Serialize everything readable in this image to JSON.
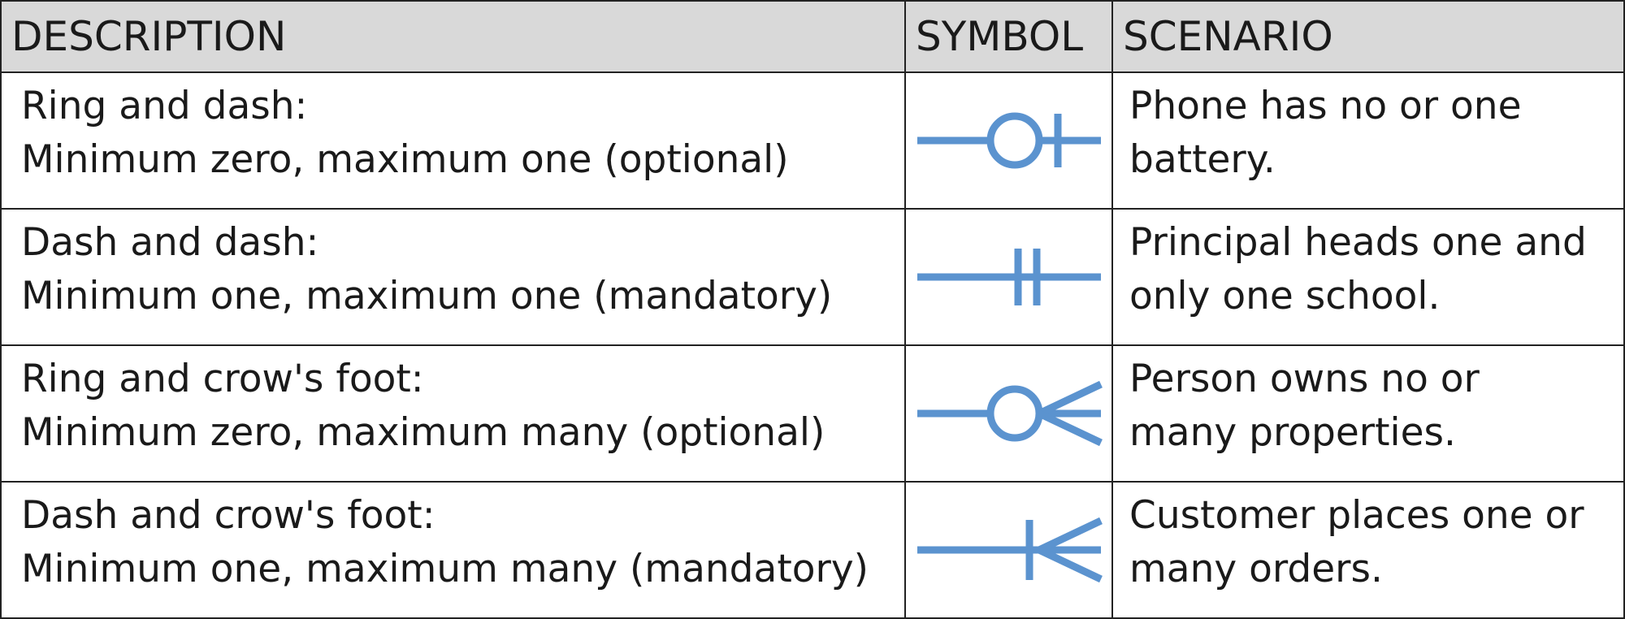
{
  "headers": {
    "description": "DESCRIPTION",
    "symbol": "SYMBOL",
    "scenario": "SCENARIO"
  },
  "colors": {
    "header_bg": "#d9d9d9",
    "symbol_stroke": "#5b93cf",
    "border": "#222222"
  },
  "rows": [
    {
      "desc_line1": "Ring and dash:",
      "desc_line2": "Minimum zero, maximum one (optional)",
      "symbol_icon": "ring-and-dash-icon",
      "scen_line1": "Phone has no or one",
      "scen_line2": "battery."
    },
    {
      "desc_line1": "Dash and dash:",
      "desc_line2": "Minimum one, maximum one (mandatory)",
      "symbol_icon": "dash-and-dash-icon",
      "scen_line1": "Principal heads one and",
      "scen_line2": "only one school."
    },
    {
      "desc_line1": "Ring and crow's foot:",
      "desc_line2": "Minimum zero, maximum many (optional)",
      "symbol_icon": "ring-and-crows-foot-icon",
      "scen_line1": "Person owns no or",
      "scen_line2": "many properties."
    },
    {
      "desc_line1": "Dash and crow's foot:",
      "desc_line2": "Minimum one, maximum many (mandatory)",
      "symbol_icon": "dash-and-crows-foot-icon",
      "scen_line1": "Customer places one or",
      "scen_line2": "many orders."
    }
  ]
}
